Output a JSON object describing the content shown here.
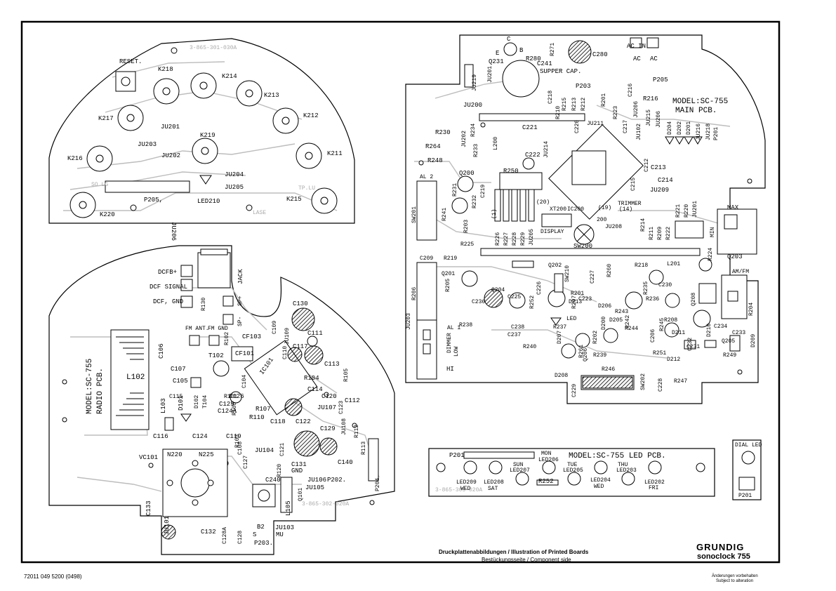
{
  "titles": {
    "main": "Druckplattenabbildungen / Illustration of Printed Boards",
    "sub": "Bestückungsseite / Component side"
  },
  "brand": {
    "name": "GRUNDIG",
    "model": "sonoclock 755"
  },
  "doc_number": "72011 049 5200   (0498)",
  "notice": {
    "line1": "Änderungen vorbehalten",
    "line2": "Subject to alteration"
  },
  "boards": {
    "main": {
      "label": "MODEL:SC-755",
      "sub": "MAIN PCB."
    },
    "radio": {
      "label": "MODEL:SC-755",
      "sub": "RADIO PCB."
    },
    "led": {
      "label": "MODEL:SC-755 LED PCB."
    },
    "dial": {
      "label": "DIAL LED"
    }
  },
  "key_board_labels": [
    "RESET.",
    "K218",
    "K214",
    "K213",
    "K217",
    "K212",
    "K219",
    "K216",
    "K211",
    "K220",
    "K215",
    "JU201",
    "JU203",
    "JU202",
    "JU204",
    "JU205",
    "P205,",
    "LED210",
    "JU206"
  ],
  "radio_labels": [
    "DCFB+",
    "DCF SIGNAL",
    "DCF, GND",
    "R130",
    "SP+",
    "JACK",
    "SP-",
    "FM ANT.",
    "FM GND",
    "R102",
    "CF103",
    "CF101",
    "C130",
    "C111",
    "C117",
    "C113",
    "C110",
    "C109",
    "JU109",
    "C106",
    "C107",
    "T102",
    "C105",
    "IC101",
    "R104",
    "R105",
    "C114",
    "C120",
    "C112",
    "C123",
    "L102",
    "C115",
    "L103",
    "D101",
    "C116",
    "D102",
    "T104",
    "C124",
    "R108",
    "C126",
    "C125",
    "C124A",
    "R107",
    "R110",
    "C118",
    "C122",
    "JU107",
    "JU108",
    "C119",
    "C121",
    "C127",
    "R103",
    "R112",
    "R113",
    "C129",
    "C104",
    "VC101",
    "N220",
    "N225",
    "C108",
    "C131",
    "C140",
    "GND",
    "JU104",
    "JU106",
    "P202.",
    "C240",
    "R120",
    "L105",
    "R101",
    "C133",
    "JU101",
    "C132",
    "C128A",
    "C128",
    "B2",
    "JU103",
    "MU",
    "S",
    "P203.",
    "P204",
    "JU105",
    "Q101"
  ],
  "main_labels": [
    "C",
    "E",
    "B",
    "R280",
    "R271",
    "C280",
    "AC IN",
    "AC",
    "AC",
    "Q231",
    "C241",
    "SUPPER CAP.",
    "P205",
    "JU219",
    "JU201",
    "P203",
    "R216",
    "C216",
    "JU206",
    "R215",
    "R213",
    "R212",
    "R201",
    "R210",
    "C218",
    "R223",
    "C217",
    "C220",
    "JU211",
    "JU102",
    "JU215",
    "JU206",
    "D204",
    "D202",
    "D201",
    "JU216",
    "JU218",
    "P201",
    "JU200",
    "R230",
    "JU202",
    "R234",
    "C221",
    "JU214",
    "R264",
    "R233",
    "L200",
    "C222",
    "R250",
    "R248",
    "Q200",
    "R231",
    "C219",
    "R232",
    "(1)",
    "XT200",
    "IC200",
    "(19)",
    "(14)",
    "(20)",
    "TRIMMER",
    "200",
    "JU208",
    "C212",
    "C213",
    "C214",
    "JU209",
    "C215",
    "R214",
    "R211",
    "R209",
    "R222",
    "R221",
    "R220",
    "JU201",
    "MIN",
    "MAX",
    "Q203",
    "R241",
    "R203",
    "R225",
    "R226",
    "R227",
    "R228",
    "R229",
    "JU205",
    "DISPLAY",
    "SW200",
    "SW201",
    "R206",
    "R219",
    "Q202",
    "R218",
    "L201",
    "R224",
    "SW210",
    "AM/FM",
    "R204",
    "JU203",
    "Q201",
    "R205",
    "C236",
    "Q204",
    "C225",
    "C226",
    "R260",
    "C227",
    "R235",
    "C230",
    "R236",
    "Q208",
    "R208",
    "R238",
    "C238",
    "C237",
    "R240",
    "LED",
    "R201",
    "D213",
    "D206",
    "D205",
    "R243",
    "R242",
    "R244",
    "R245",
    "C206",
    "D200",
    "R237",
    "D207",
    "R261",
    "R239",
    "R246",
    "R251",
    "D208",
    "C232",
    "C231",
    "C233",
    "R249",
    "D211",
    "D210",
    "C234",
    "D212",
    "R247",
    "C228",
    "C229",
    "SW202",
    "DIMMER",
    "LOW",
    "HI",
    "AL 1",
    "AL 2",
    "C209",
    "D209",
    "Q205",
    "Q206",
    "R202",
    "C223",
    "R207",
    "R252"
  ],
  "led_labels": [
    "P201",
    "MON",
    "LED206",
    "SUN",
    "LED207",
    "TUE",
    "LED205",
    "THU",
    "LED203",
    "R252",
    "LED209",
    "WED",
    "LED208",
    "SAT",
    "LED204",
    "WED",
    "LED202",
    "FRI",
    "P201"
  ]
}
